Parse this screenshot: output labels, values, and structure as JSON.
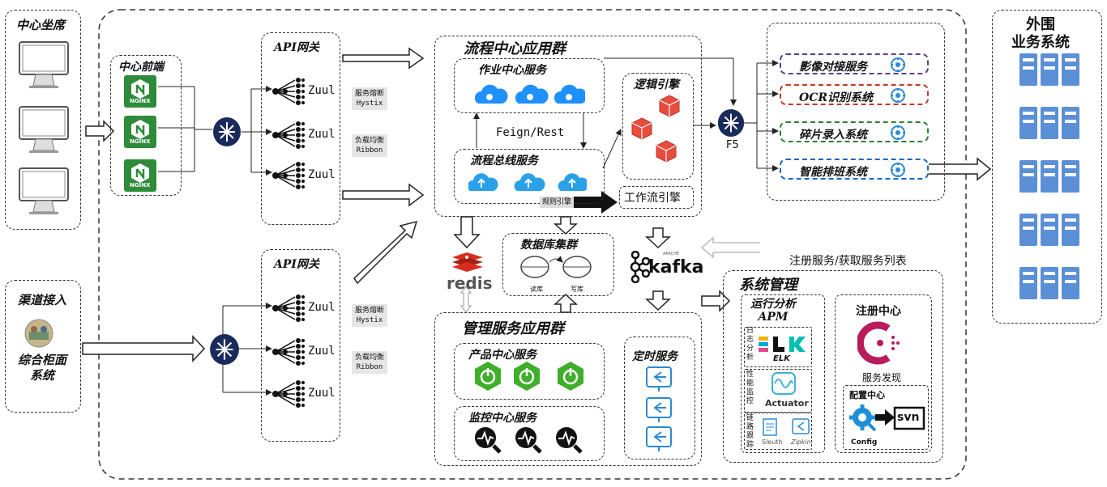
{
  "left": {
    "center_seat": "中心坐席",
    "channel_access": "渠道接入",
    "counter_system": "综合柜面\n系统"
  },
  "frontend": {
    "title": "中心前端",
    "nginx_label": "NGINX"
  },
  "gateway_top": {
    "title": "API网关",
    "zuul": [
      "Zuul",
      "Zuul",
      "Zuul"
    ],
    "circuit_breaker": "服务熔断\nHystix",
    "load_balance": "负载均衡\nRibbon"
  },
  "gateway_bottom": {
    "title": "API网关",
    "zuul": [
      "Zuul",
      "Zuul",
      "Zuul"
    ],
    "circuit_breaker": "服务熔断\nHystix",
    "load_balance": "负载均衡\nRibbon"
  },
  "process_center": {
    "title": "流程中心应用群",
    "job_service": "作业中心服务",
    "feign": "Feign/Rest",
    "bus_service": "流程总线服务",
    "logic_engine": "逻辑引擎",
    "rule_engine": "规则引擎",
    "workflow_engine": "工作流引擎"
  },
  "database": {
    "title": "数据库集群",
    "read": "读库",
    "write": "写库"
  },
  "redis": "redis",
  "kafka": {
    "brand": "kafka",
    "apache": "APACHE"
  },
  "mgmt": {
    "title": "管理服务应用群",
    "product_service": "产品中心服务",
    "monitor_service": "监控中心服务",
    "timer_service": "定时服务"
  },
  "f5": "F5",
  "external_services": [
    "影像对接服务",
    "OCR识别系统",
    "碎片录入系统",
    "智能排班系统"
  ],
  "external_colors": [
    "#5a3d8a",
    "#c0392b",
    "#2e7d32",
    "#1565c0"
  ],
  "outer": {
    "title_line1": "外围",
    "title_line2": "业务系统"
  },
  "register_note": "注册服务/获取服务列表",
  "sys_mgmt": {
    "title": "系统管理",
    "apm_title": "运行分析\nAPM",
    "log": "日\n志\n分\n析",
    "perf": "性\n能\n监\n控",
    "trace": "链\n路\n跟\n踪",
    "elk": "ELK",
    "actuator": "Actuator",
    "sleuth": "Sleuth",
    "zipkin": "Zipkin",
    "registry_title": "注册中心",
    "discovery": "服务发现",
    "config_title": "配置中心",
    "config": "Config",
    "svn": "svn"
  }
}
